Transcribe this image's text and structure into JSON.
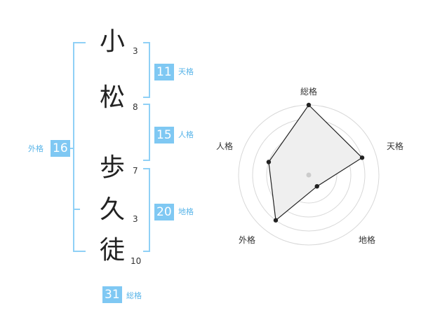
{
  "name": {
    "chars": [
      {
        "char": "小",
        "strokes": "3"
      },
      {
        "char": "松",
        "strokes": "8"
      },
      {
        "char": "歩",
        "strokes": "7"
      },
      {
        "char": "久",
        "strokes": "3"
      },
      {
        "char": "徒",
        "strokes": "10"
      }
    ]
  },
  "grids": {
    "tenkaku": {
      "value": "11",
      "label": "天格"
    },
    "jinkaku": {
      "value": "15",
      "label": "人格"
    },
    "chikaku": {
      "value": "20",
      "label": "地格"
    },
    "gaikaku": {
      "value": "16",
      "label": "外格"
    },
    "soukaku": {
      "value": "31",
      "label": "総格"
    }
  },
  "colors": {
    "accent": "#7fc8f3",
    "accent_text": "#58b4e8",
    "radar_fill": "#efefef",
    "radar_line": "#222222"
  },
  "chart_data": {
    "type": "radar",
    "axes": [
      "総格",
      "天格",
      "地格",
      "外格",
      "人格"
    ],
    "values": [
      5,
      4,
      1,
      4,
      3
    ],
    "range": [
      0,
      5
    ],
    "rings": 5
  }
}
